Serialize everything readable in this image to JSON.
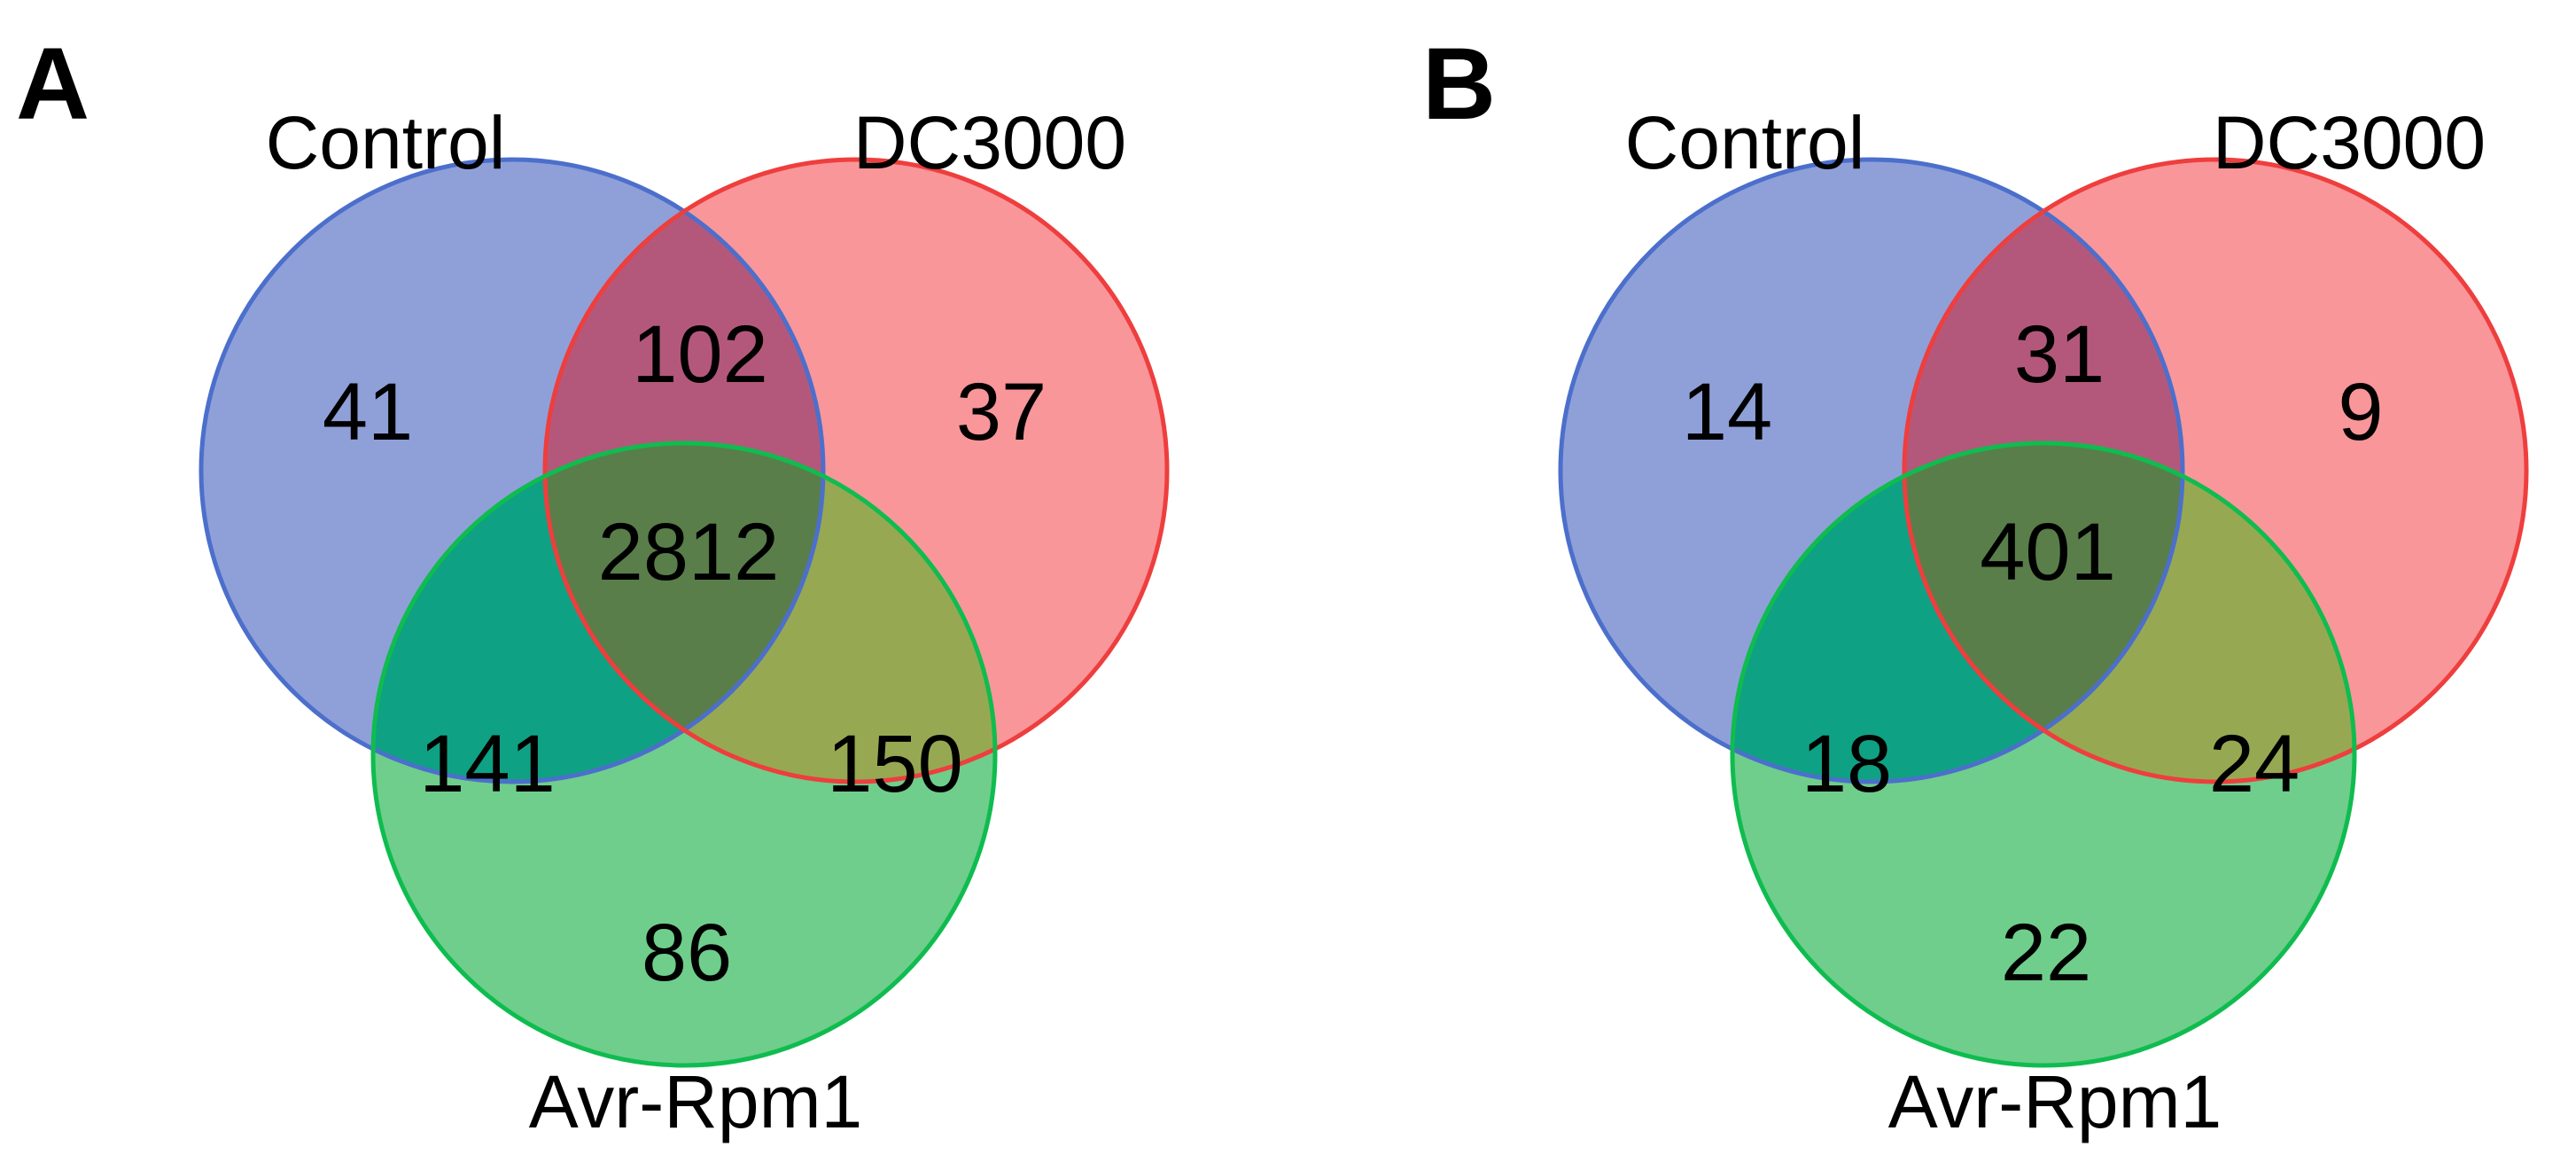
{
  "figure": {
    "type": "three-set venn diagram figure, two panels",
    "panels": [
      {
        "panel_label": "A",
        "labels": {
          "control": "Control",
          "dc3000": "DC3000",
          "avr_rpm1": "Avr-Rpm1"
        },
        "counts": {
          "control_only": "41",
          "control_and_dc3000": "102",
          "dc3000_only": "37",
          "all_three": "2812",
          "control_and_avr_rpm1": "141",
          "dc3000_and_avr_rpm1": "150",
          "avr_rpm1_only": "86"
        }
      },
      {
        "panel_label": "B",
        "labels": {
          "control": "Control",
          "dc3000": "DC3000",
          "avr_rpm1": "Avr-Rpm1"
        },
        "counts": {
          "control_only": "14",
          "control_and_dc3000": "31",
          "dc3000_only": "9",
          "all_three": "401",
          "control_and_avr_rpm1": "18",
          "dc3000_and_avr_rpm1": "24",
          "avr_rpm1_only": "22"
        }
      }
    ]
  },
  "colors": {
    "background": "#FFFFFF",
    "text": "#000000",
    "blue_fill": "#8FA0D8",
    "red_fill": "#F9969A",
    "green_fill": "#6FCE8B",
    "overlap_blue_red": "#B4587B",
    "overlap_blue_green": "#0FA183",
    "overlap_red_green": "#96A952",
    "overlap_all": "#597E4A",
    "blue_stroke": "#4C6FCC",
    "red_stroke": "#EE3E3D",
    "green_stroke": "#0FBC4F"
  },
  "chart_data": [
    {
      "type": "venn",
      "panel": "A",
      "sets": [
        "Control",
        "DC3000",
        "Avr-Rpm1"
      ],
      "region_counts": {
        "Control_only": 41,
        "DC3000_only": 37,
        "Avr-Rpm1_only": 86,
        "Control∩DC3000": 102,
        "Control∩Avr-Rpm1": 141,
        "DC3000∩Avr-Rpm1": 150,
        "Control∩DC3000∩Avr-Rpm1": 2812
      },
      "set_colors": {
        "Control": "#8FA0D8",
        "DC3000": "#F9969A",
        "Avr-Rpm1": "#6FCE8B"
      }
    },
    {
      "type": "venn",
      "panel": "B",
      "sets": [
        "Control",
        "DC3000",
        "Avr-Rpm1"
      ],
      "region_counts": {
        "Control_only": 14,
        "DC3000_only": 9,
        "Avr-Rpm1_only": 22,
        "Control∩DC3000": 31,
        "Control∩Avr-Rpm1": 18,
        "DC3000∩Avr-Rpm1": 24,
        "Control∩DC3000∩Avr-Rpm1": 401
      },
      "set_colors": {
        "Control": "#8FA0D8",
        "DC3000": "#F9969A",
        "Avr-Rpm1": "#6FCE8B"
      }
    }
  ]
}
